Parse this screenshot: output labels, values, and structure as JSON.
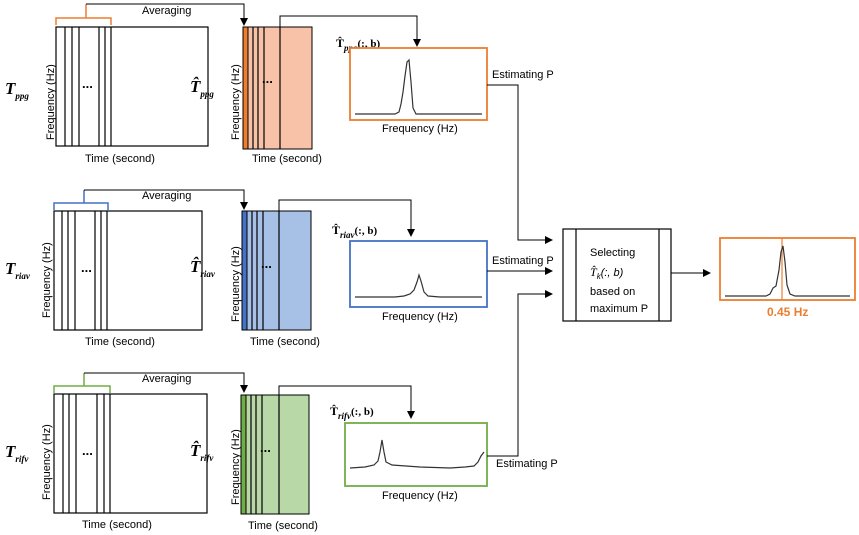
{
  "labels": {
    "averaging": "Averaging",
    "frequency_hz_axis": "Frequency (Hz)",
    "time_second": "Time (second)",
    "frequency_hz": "Frequency (Hz)",
    "estimating_p": "Estimating P",
    "ellipsis": "...",
    "selecting": "Selecting",
    "based_on": "based on",
    "maximum_p": "maximum P",
    "output_value": "0.45 Hz"
  },
  "rows": [
    {
      "id": "ppg",
      "symbol": "T",
      "subscript": "ppg",
      "avg_symbol": "T̂",
      "spectrum_label": "(:, b)",
      "color": "#ed7d31",
      "fill": "#f8c2a8"
    },
    {
      "id": "riav",
      "symbol": "T",
      "subscript": "riav",
      "avg_symbol": "T̂",
      "spectrum_label": "(:, b)",
      "color": "#4472c4",
      "fill": "#a7c0e6"
    },
    {
      "id": "rifv",
      "symbol": "T",
      "subscript": "rifv",
      "avg_symbol": "T̂",
      "spectrum_label": "(:, b)",
      "color": "#70ad47",
      "fill": "#b8d9a7"
    }
  ],
  "selector": {
    "symbol": "T̂",
    "subscript": "k",
    "args": "(:, b)"
  },
  "output_color": "#ed7d31",
  "icons": [
    "arrow-icon",
    "bracket-icon",
    "spectrum-peak-icon"
  ]
}
